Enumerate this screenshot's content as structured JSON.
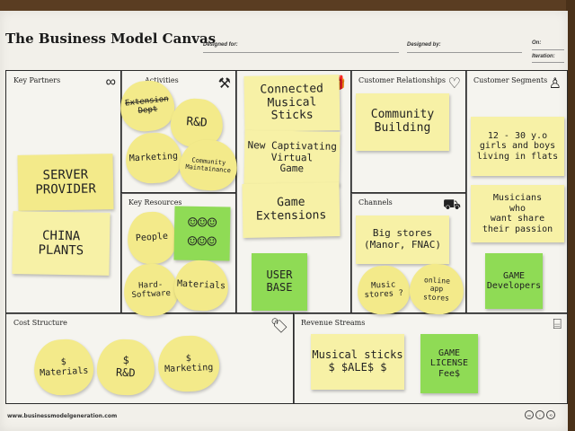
{
  "poster": {
    "title": "The Business Model Canvas",
    "designed_for": "Designed for:",
    "designed_by": "Designed by:",
    "on": "On:",
    "iteration": "Iteration:",
    "footer_url": "www.businessmodelgeneration.com"
  },
  "blocks": {
    "key_partners": "Key Partners",
    "key_activities": "Activities",
    "key_resources": "Key Resources",
    "value_propositions": "",
    "customer_relationships": "Customer Relationships",
    "channels": "Channels",
    "customer_segments": "Customer Segments",
    "cost_structure": "Cost Structure",
    "revenue_streams": "Revenue Streams"
  },
  "notes": {
    "server_provider": "SERVER\nPROVIDER",
    "china_plants": "CHINA\nPLANTS",
    "extension_dept": "Extension\nDept",
    "rnd": "R&D",
    "marketing": "Marketing",
    "community_maintenance": "Community\nMaintainance",
    "people": "People",
    "hard_software": "Hard-\nSoftware",
    "materials": "Materials",
    "connected_sticks": "Connected\nMusical\nSticks",
    "new_virtual_game": "New Captivating\nVirtual\nGame",
    "game_extensions": "Game\nExtensions",
    "user_base": "USER\nBASE",
    "community_building": "Community\nBuilding",
    "big_stores": "Big stores\n(Manor, FNAC)",
    "music_stores": "Music\nstores ?",
    "online_app_stores": "online\napp\nstores",
    "segment_kids": "12 - 30 y.o\ngirls and boys\nliving in flats",
    "segment_musicians": "Musicians\nwho\nwant share\ntheir passion",
    "game_developers": "GAME\nDevelopers",
    "cost_materials": "$\nMaterials",
    "cost_rnd": "$\nR&D",
    "cost_marketing": "$\nMarketing",
    "rev_sticks": "Musical sticks\n$ $ALE$ $",
    "rev_license": "GAME\nLICENSE\nFee$"
  }
}
